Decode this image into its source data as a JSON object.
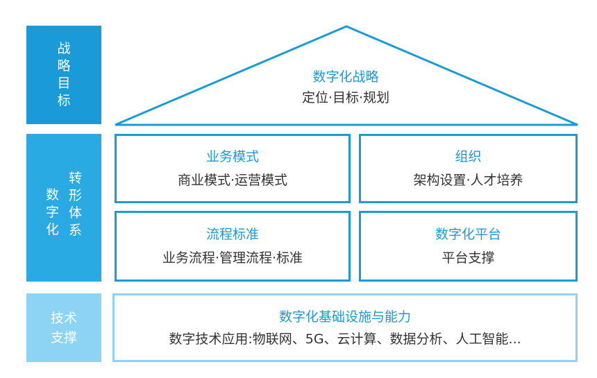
{
  "side_labels": {
    "strategy": [
      "战",
      "略",
      "目",
      "标"
    ],
    "digital_col1": [
      "数",
      "字",
      "化"
    ],
    "digital_col2": [
      "转",
      "形",
      "体",
      "系"
    ],
    "tech": [
      "技术",
      "支撑"
    ]
  },
  "roof": {
    "title": "数字化战略",
    "subtitle": "定位·目标·规划"
  },
  "boxes": {
    "business_model": {
      "title": "业务模式",
      "subtitle": "商业模式·运营模式"
    },
    "organization": {
      "title": "组织",
      "subtitle": "架构设置·人才培养"
    },
    "process_standard": {
      "title": "流程标准",
      "subtitle": "业务流程·管理流程·标准"
    },
    "digital_platform": {
      "title": "数字化平台",
      "subtitle": "平台支撑"
    }
  },
  "foundation": {
    "title": "数字化基础设施与能力",
    "subtitle": "数字技术应用:物联网、5G、云计算、数据分析、人工智能..."
  },
  "colors": {
    "primary": "#1a9ad6",
    "light": "#8dd3f4",
    "text": "#333333"
  }
}
